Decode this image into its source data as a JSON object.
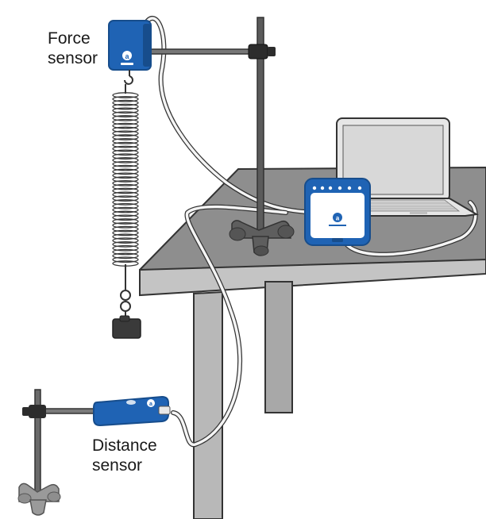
{
  "labels": {
    "force_sensor": [
      "Force",
      "sensor"
    ],
    "distance_sensor": [
      "Distance",
      "sensor"
    ]
  },
  "colors": {
    "sensor_blue": "#1f63b4",
    "sensor_blue_dark": "#174d8c",
    "table_top": "#8e8e8e",
    "table_edge": "#bdbdbd",
    "table_leg": "#b3b3b3",
    "stand_metal": "#5b5b5b",
    "cable": "#f2f2f2",
    "outline": "#333333",
    "laptop_body": "#e6e6e6",
    "laptop_screen": "#d8d8d8",
    "mass": "#3a3a3a"
  },
  "icons": {
    "force_sensor": "force-sensor-icon",
    "distance_sensor": "distance-sensor-icon",
    "interface": "data-interface-icon",
    "laptop": "laptop-icon",
    "spring": "spring-icon",
    "mass": "hanging-mass-icon"
  }
}
